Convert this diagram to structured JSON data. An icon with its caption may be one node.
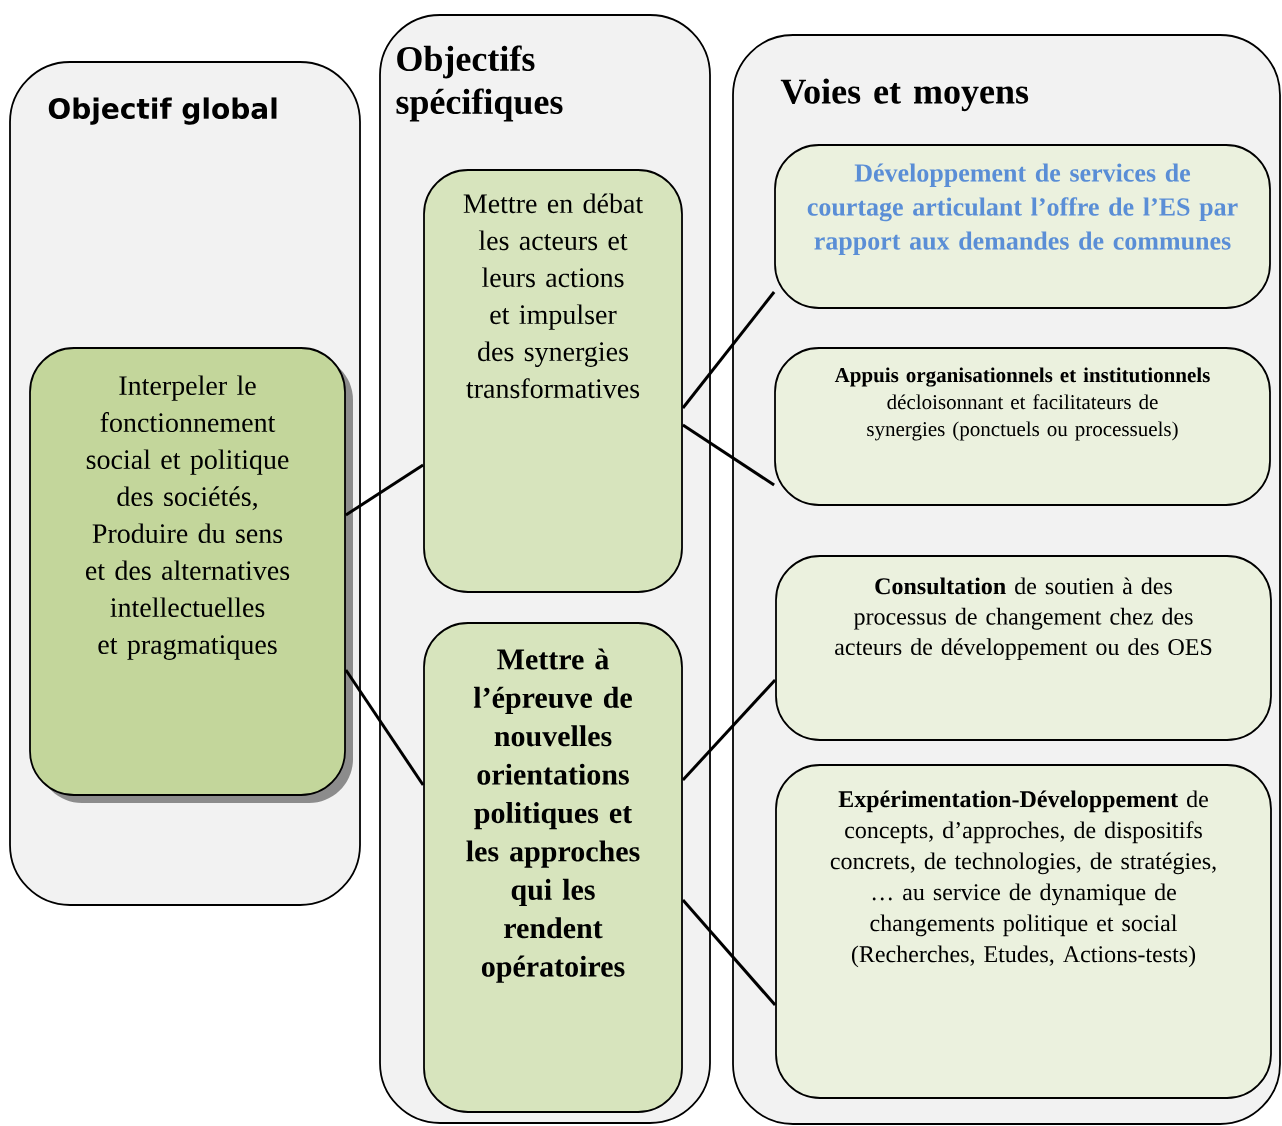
{
  "diagram": {
    "nodes": [
      {
        "text": [
          "Objectif global"
        ]
      },
      {
        "text": [
          "Interpeler le fonctionnement social et politique des sociétés, Produire du sens et des alternatives intellectuelles et pragmatiques"
        ],
        "in": 0
      },
      {
        "text": [
          "Objectifs spécifiques"
        ]
      },
      {
        "text": [
          "Mettre en débat les acteurs et leurs actions et impulser des synergies transformatives"
        ],
        "in": 2
      },
      {
        "text": [
          "Mettre  à l’épreuve de nouvelles orientations politiques et les approches qui les rendent opératoires"
        ],
        "in": 2
      },
      {
        "text": [
          "Voies et moyens"
        ]
      },
      {
        "text": [
          "Développement de services de courtage articulant l’offre de l’ES par rapport aux demandes  de communes"
        ],
        "in": 5
      },
      {
        "text": [
          "**Appuis organisationnels et institutionnels** décloisonnant et facilitateurs de synergies (ponctuels ou processuels)"
        ],
        "in": 5
      },
      {
        "text": [
          "**Consultation** de soutien à des processus de changement chez des acteurs de développement ou des OES"
        ],
        "in": 5
      },
      {
        "text": [
          "**Expérimentation-Développement** de concepts, d’approches, de dispositifs concrets, de technologies, de stratégies, … au service de dynamique de changements politique et social (Recherches, Etudes, Actions-tests)"
        ],
        "in": 5
      }
    ],
    "edges": [
      {
        "from": 1,
        "to": 3,
        "arrow": "none"
      },
      {
        "from": 1,
        "to": 4,
        "arrow": "none"
      },
      {
        "from": 3,
        "to": 6,
        "arrow": "none"
      },
      {
        "from": 3,
        "to": 7,
        "arrow": "none"
      },
      {
        "from": 4,
        "to": 8,
        "arrow": "none"
      },
      {
        "from": 4,
        "to": 9,
        "arrow": "none"
      }
    ]
  }
}
